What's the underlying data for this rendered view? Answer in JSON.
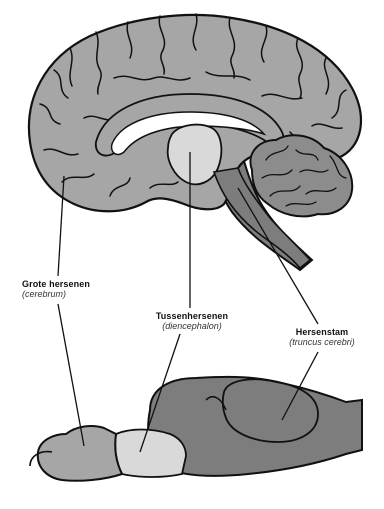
{
  "labels": {
    "cerebrum": {
      "term": "Grote hersenen",
      "latin": "(cerebrum)"
    },
    "diencephalon": {
      "term": "Tussenhersenen",
      "latin": "(diencephalon)"
    },
    "brainstem": {
      "term": "Hersenstam",
      "latin": "(truncus cerebri)"
    }
  },
  "colors": {
    "cerebrum": "#a6a6a6",
    "diencephalon": "#d9d9d9",
    "brainstem": "#7d7d7d",
    "cerebellum": "#8c8c8c",
    "outline": "#111111",
    "background": "#ffffff"
  }
}
